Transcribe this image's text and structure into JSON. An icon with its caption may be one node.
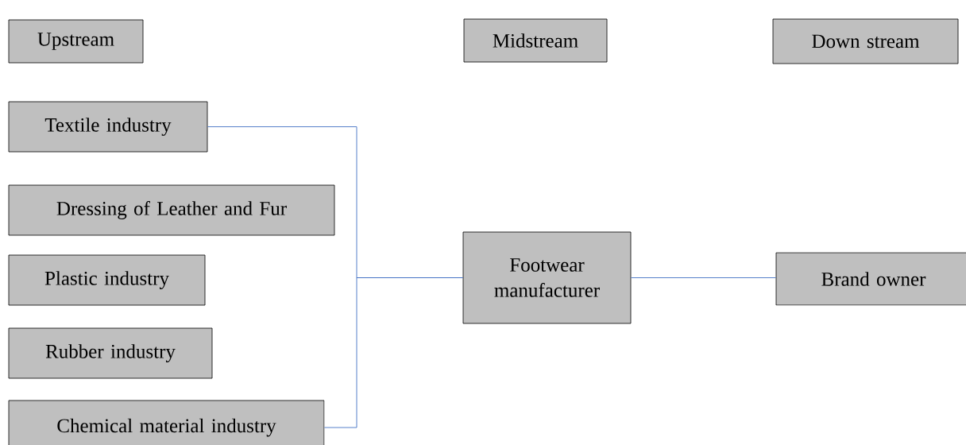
{
  "diagram": {
    "nodes": [
      {
        "text": [
          "Upstream"
        ]
      },
      {
        "text": [
          "Midstream"
        ]
      },
      {
        "text": [
          "Down stream"
        ]
      },
      {
        "text": [
          "Textile industry"
        ]
      },
      {
        "text": [
          "Dressing of Leather and Fur"
        ]
      },
      {
        "text": [
          "Plastic industry"
        ]
      },
      {
        "text": [
          "Rubber industry"
        ]
      },
      {
        "text": [
          "Chemical material industry"
        ]
      },
      {
        "text": [
          "Footwear manufacturer"
        ]
      },
      {
        "text": [
          "Brand owner"
        ]
      }
    ],
    "edges": [
      {
        "from": 3,
        "to": 8,
        "arrow": "none"
      },
      {
        "from": 7,
        "to": 8,
        "arrow": "none"
      },
      {
        "from": 8,
        "to": 9,
        "arrow": "none"
      }
    ]
  }
}
